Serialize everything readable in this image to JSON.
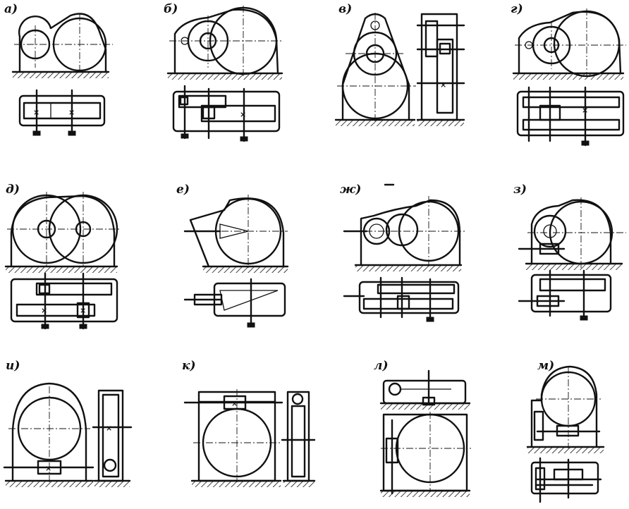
{
  "panels": [
    {
      "id": "a",
      "label": "а)"
    },
    {
      "id": "b",
      "label": "б)"
    },
    {
      "id": "v",
      "label": "в)"
    },
    {
      "id": "g",
      "label": "г)"
    },
    {
      "id": "d",
      "label": "д)"
    },
    {
      "id": "e",
      "label": "е)"
    },
    {
      "id": "zh",
      "label": "ж)"
    },
    {
      "id": "z",
      "label": "з)"
    },
    {
      "id": "i",
      "label": "и)"
    },
    {
      "id": "k",
      "label": "к)"
    },
    {
      "id": "l",
      "label": "л)"
    },
    {
      "id": "m",
      "label": "м)"
    }
  ],
  "colors": {
    "ink": "#111111",
    "paper": "#ffffff"
  }
}
